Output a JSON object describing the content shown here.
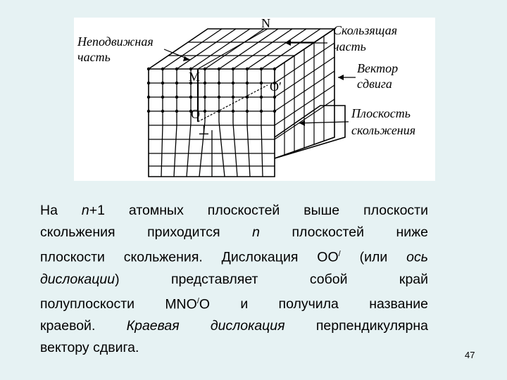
{
  "figure": {
    "labels": {
      "fixed_part_line1": "Неподвижная",
      "fixed_part_line2": "часть",
      "sliding_part_line1": "Скользящая",
      "sliding_part_line2": "часть",
      "shift_vector_line1": "Вектор",
      "shift_vector_line2": "сдвига",
      "slip_plane_line1": "Плоскость",
      "slip_plane_line2": "скольжения"
    },
    "points": {
      "N": "N",
      "M": "M",
      "O_prime": "O′",
      "O": "O",
      "dislocation_symbol": "⊥"
    }
  },
  "text": {
    "l1": [
      "На",
      "n+1",
      "атомных",
      "плоскостей",
      "выше",
      "плоскости"
    ],
    "l2": [
      "скольжения",
      "приходится",
      "n",
      "плоскостей",
      "ниже"
    ],
    "l3": "плоскости скольжения. Дислокация OO/ (или ось",
    "l4": [
      "дислокации)",
      "представляет",
      "собой",
      "край"
    ],
    "l5": [
      "полуплоскости",
      "MNO/O",
      "и",
      "получила",
      "название"
    ],
    "l6": "краевой. Краевая дислокация перпендикулярна",
    "l7": "вектору сдвига."
  },
  "page_number": "47"
}
